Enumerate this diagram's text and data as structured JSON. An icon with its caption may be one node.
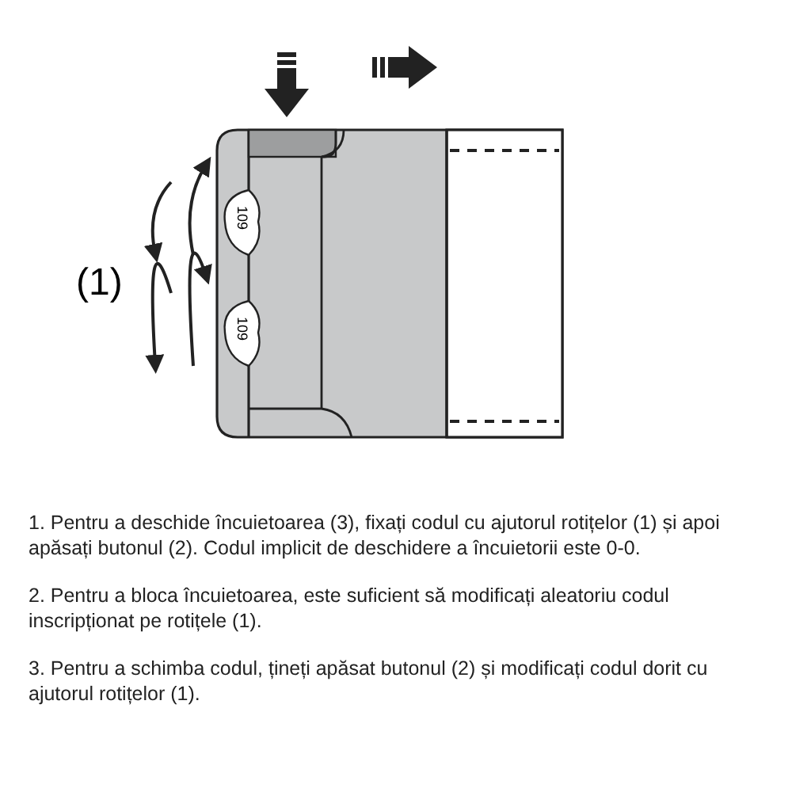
{
  "diagram": {
    "labels": [
      "109",
      "(1)",
      "109",
      "1. Pentru a deschide încuietoarea (3), fixați codul cu ajutorul rotițelor (1) și apoi apăsați butonul (2). Codul implicit de deschidere a încuietorii este 0-0.",
      "2. Pentru a bloca încuietoarea, este suficient să modificați aleatoriu codul inscripționat pe rotițele (1).",
      "3. Pentru a schimba codul, țineți apăsat butonul (2) și modificați codul dorit cu ajutorul rotițelor (1)."
    ]
  }
}
